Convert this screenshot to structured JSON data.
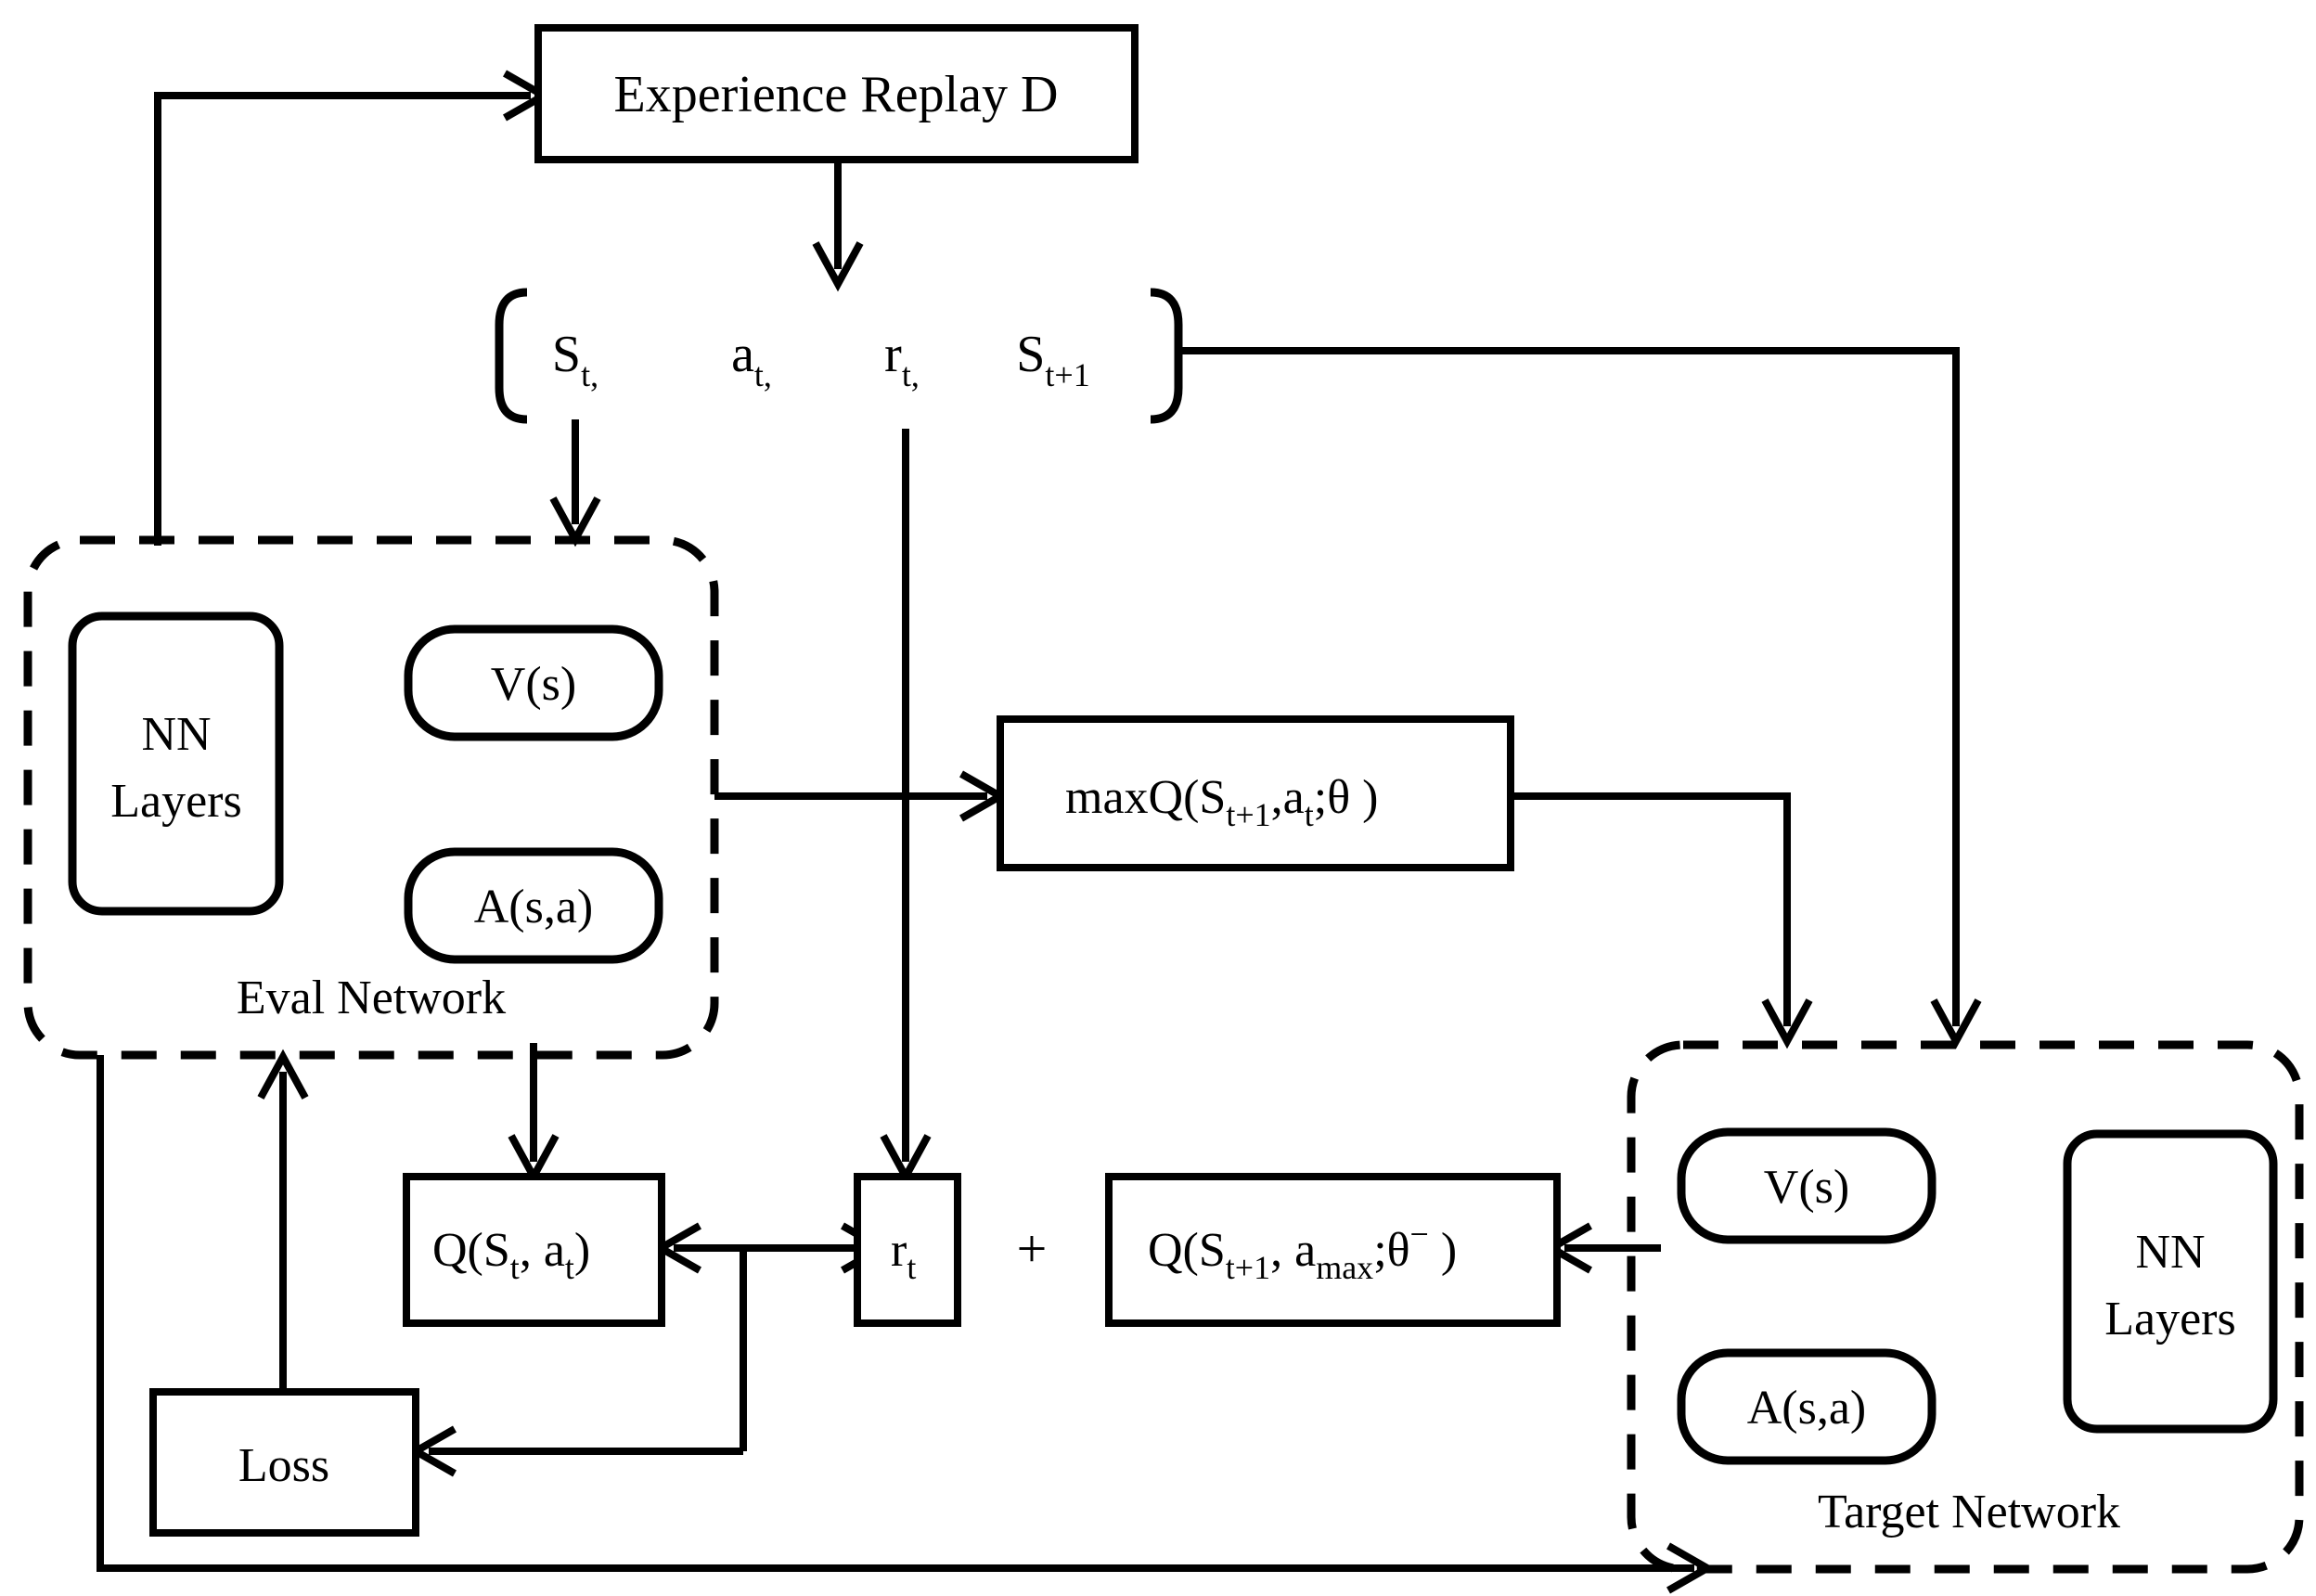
{
  "diagram": {
    "title_boxes": {
      "experience_replay": "Experience Replay D",
      "max_q": "maxQ(S",
      "max_q_sub1": "t+1",
      "max_q_mid": ",a",
      "max_q_sub2": "t",
      "max_q_tail": ";θ )",
      "q_eval": "Q(S",
      "q_eval_sub1": "t",
      "q_eval_mid": ", a",
      "q_eval_sub2": "t",
      "q_eval_tail": ")",
      "reward": "r",
      "reward_sub": "t",
      "q_target": "Q(S",
      "q_target_sub1": "t+1",
      "q_target_mid": ", a",
      "q_target_sub2": "max",
      "q_target_tail": ";θ",
      "q_target_sup": "−",
      "q_target_end": " )",
      "loss": "Loss",
      "plus": "+"
    },
    "tuple": {
      "open_bracket": "[",
      "close_bracket": "]",
      "items": [
        {
          "base": "S",
          "sub": "t,"
        },
        {
          "base": "a",
          "sub": "t,"
        },
        {
          "base": "r",
          "sub": "t,"
        },
        {
          "base": "S",
          "sub": "t+1"
        }
      ]
    },
    "eval_network": {
      "caption": "Eval Network",
      "nn_layers_line1": "NN",
      "nn_layers_line2": "Layers",
      "value_head": "V(s)",
      "advantage_head": "A(s,a)"
    },
    "target_network": {
      "caption": "Target Network",
      "nn_layers_line1": "NN",
      "nn_layers_line2": "Layers",
      "value_head": "V(s)",
      "advantage_head": "A(s,a)"
    },
    "colors": {
      "stroke": "#000000",
      "background": "#ffffff"
    }
  }
}
